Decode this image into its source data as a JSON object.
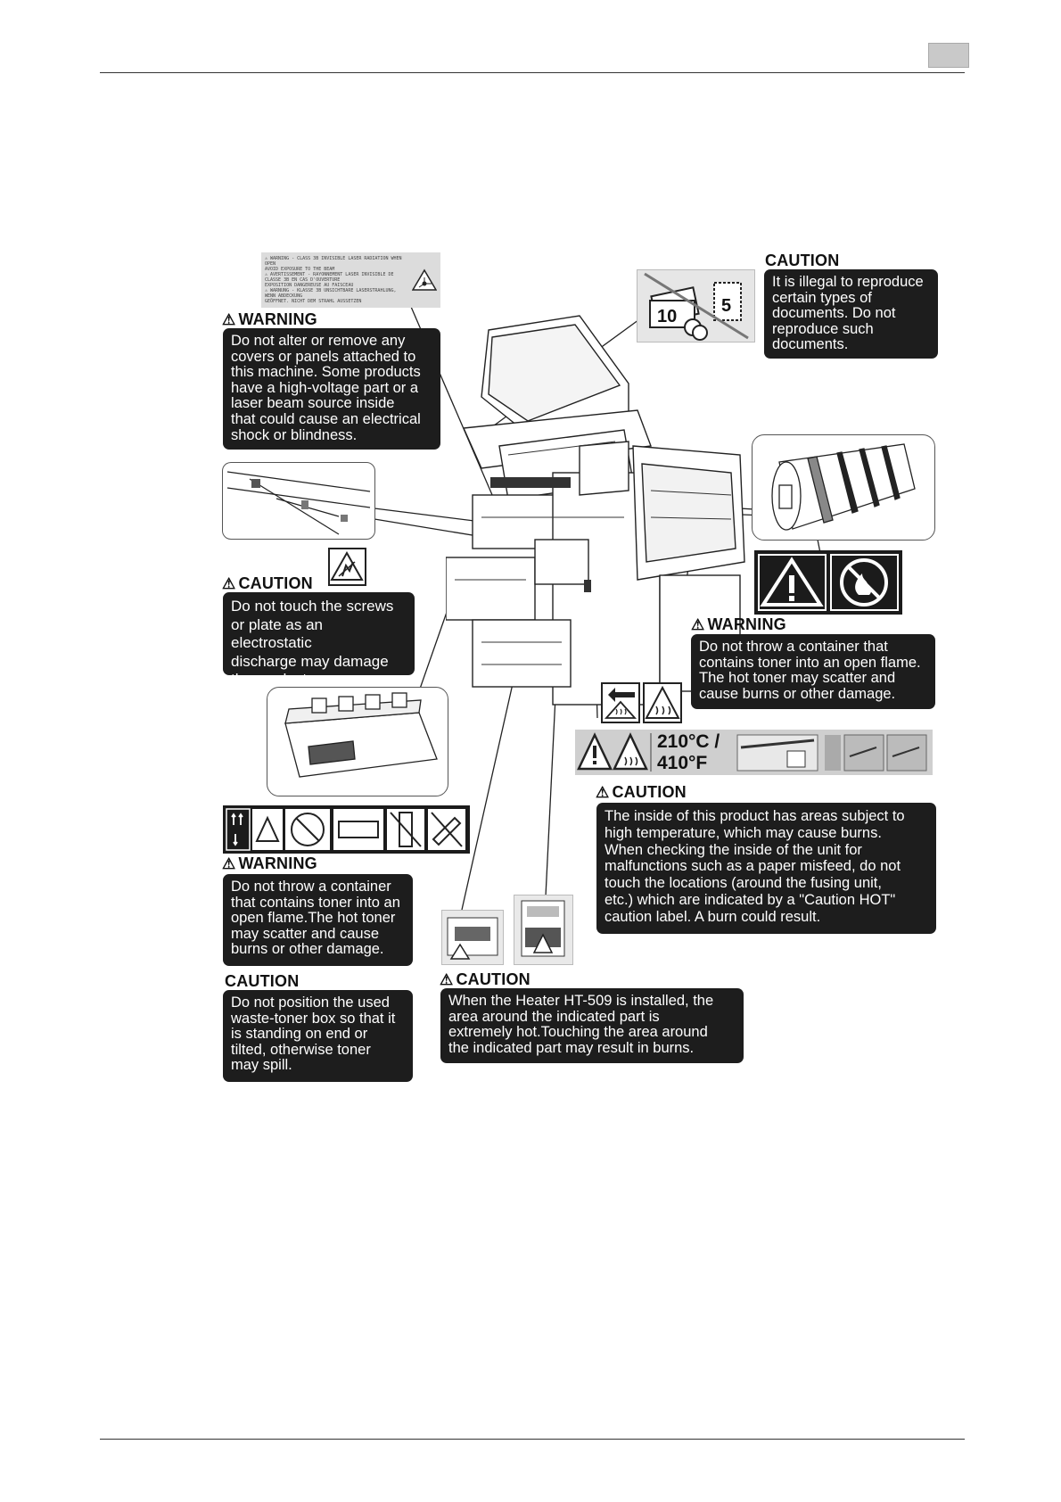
{
  "labels": {
    "laser_label_text": "⚠ WARNING  - CLASS 3B INVISIBLE LASER RADIATION WHEN OPEN\n   AVOID EXPOSURE TO THE BEAM\n⚠ AVERTISSEMENT - RAYONNEMENT LASER INVISIBLE DE CLASSE 3B EN CAS D'OUVERTURE\n   EXPOSITION DANGEREUSE AU FAISCEAU\n⚠ WARNUNG - KLASSE 3B UNSICHTBARE LASERSTRAHLUNG, WENN ABDECKUNG\n   GEÖFFNET. NICHT DEM STRAHL AUSSETZEN"
  },
  "notes": {
    "warning_covers": {
      "heading": "WARNING",
      "text": "Do not alter or remove any\ncovers or panels attached to\nthis machine. Some products\nhave a high-voltage part or a\nlaser beam source inside\nthat could cause an electrical\nshock or blindness."
    },
    "caution_illegal": {
      "heading": "CAUTION",
      "text": "It is illegal to reproduce\ncertain types of\ndocuments. Do not\nreproduce such\ndocuments."
    },
    "caution_screws": {
      "heading": "CAUTION",
      "text": "Do not touch the screws\nor plate as an electrostatic\ndischarge may damage\nthe product."
    },
    "warning_toner_right": {
      "heading": "WARNING",
      "text": "Do not throw a container that\ncontains toner into an open flame.\nThe hot toner may scatter and\ncause burns or other damage."
    },
    "temperature": {
      "value": "210°C /\n410°F"
    },
    "caution_hot": {
      "heading": "CAUTION",
      "text": "The inside of this product has areas subject to\nhigh temperature, which may cause burns.\nWhen checking the inside of the unit for\nmalfunctions such as a paper misfeed, do not\ntouch the locations (around the fusing unit,\netc.) which are indicated by a \"Caution HOT\"\ncaution label. A burn could result."
    },
    "warning_toner_left": {
      "heading": "WARNING",
      "text": "Do not throw a container\nthat contains toner into an\nopen flame.The hot toner\nmay scatter and cause\nburns or other damage."
    },
    "caution_waste": {
      "heading": "CAUTION",
      "text": "Do not position the used\nwaste-toner box so that it\nis standing on end or\ntilted, otherwise toner\nmay spill."
    },
    "caution_heater": {
      "heading": "CAUTION",
      "text": "When the Heater HT-509 is installed, the\narea around the indicated part is\nextremely hot.Touching the area around\nthe indicated part may result in burns."
    }
  },
  "icons": [
    "warning-triangle-icon",
    "no-fire-icon",
    "esd-icon",
    "hot-surface-icon",
    "arrow-left-icon",
    "no-copy-money-icon"
  ]
}
